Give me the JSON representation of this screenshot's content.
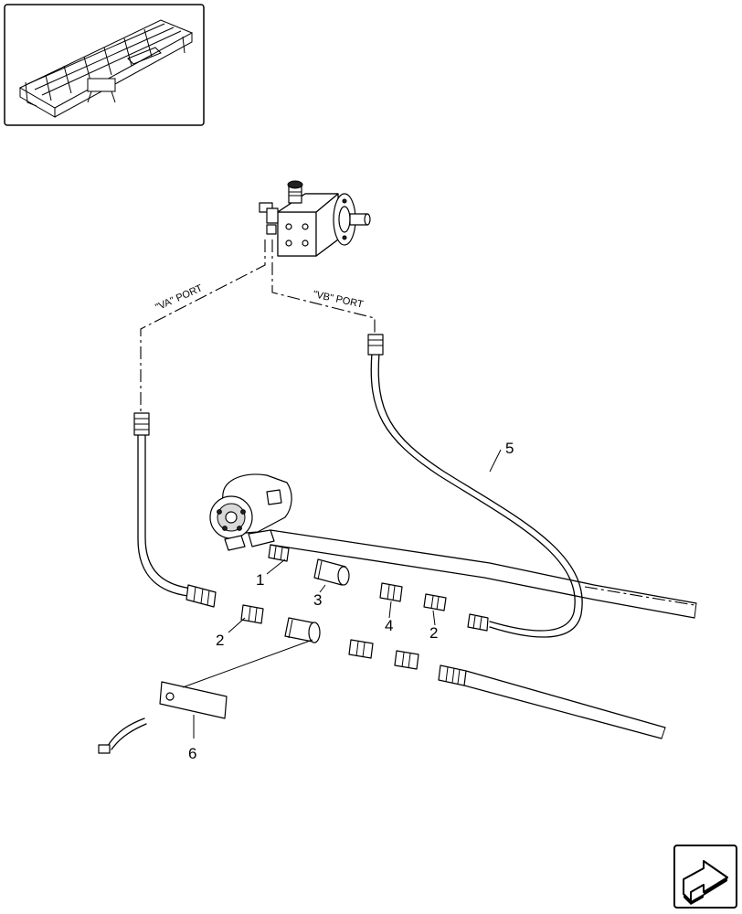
{
  "ports": {
    "va": "\"VA\" PORT",
    "vb": "\"VB\" PORT"
  },
  "callouts": {
    "c1": "1",
    "c2a": "2",
    "c2b": "2",
    "c3": "3",
    "c4": "4",
    "c5": "5",
    "c6": "6"
  },
  "icons": {
    "thumbnail": "header-thumbnail-icon",
    "next_page": "next-page-arrow-icon"
  }
}
